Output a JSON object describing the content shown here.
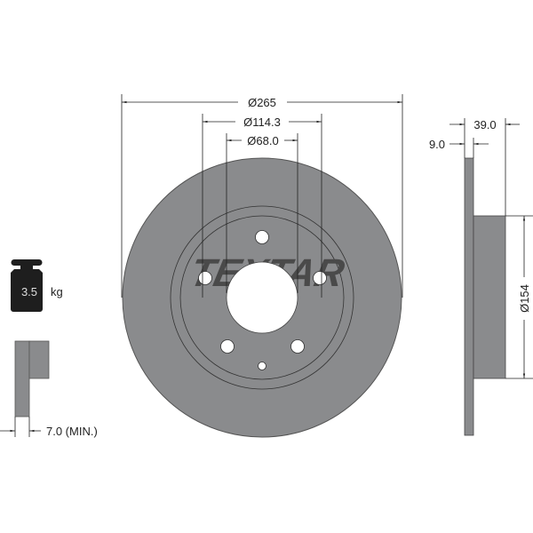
{
  "brand": "TEXTAR",
  "front_view": {
    "outer_diameter": "Ø265",
    "pcd": "Ø114.3",
    "center_bore": "Ø68.0"
  },
  "side_view": {
    "overall_height": "39.0",
    "disc_thickness": "9.0",
    "hat_diameter": "Ø154"
  },
  "weight": {
    "value": "3.5",
    "unit": "kg"
  },
  "min_thickness": "7.0 (MIN.)",
  "colors": {
    "disc": "#8a8b8d",
    "line": "#222222",
    "logo": "#4a4a4a"
  }
}
